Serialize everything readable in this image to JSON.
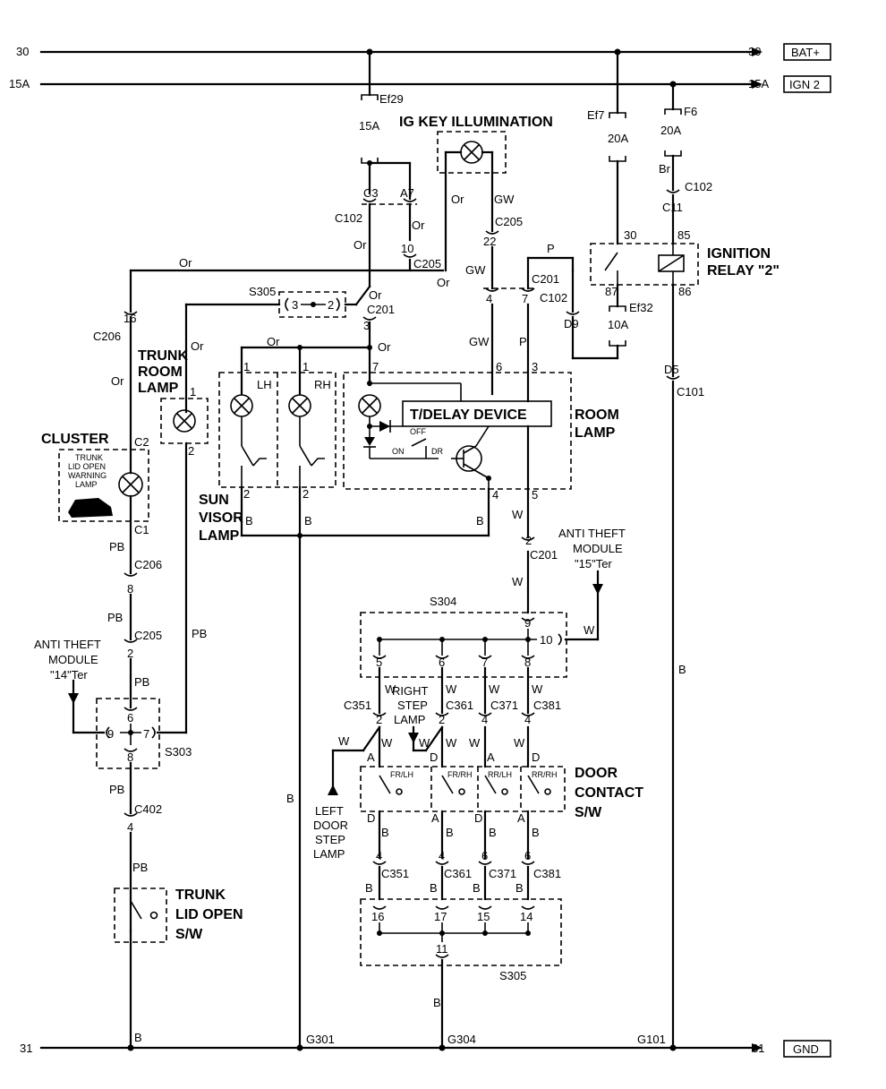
{
  "rails": {
    "bat_left": "30",
    "bat_right": "30",
    "bat_tag": "BAT+",
    "ign_left": "15A",
    "ign_right": "15A",
    "ign_tag": "IGN 2",
    "gnd_left": "31",
    "gnd_right": "31",
    "gnd_tag": "GND"
  },
  "fuses": {
    "ef29": "Ef29",
    "ef29_rating": "15A",
    "ef7": "Ef7",
    "ef7_rating": "20A",
    "f6": "F6",
    "f6_rating": "20A",
    "ef32": "Ef32",
    "ef32_rating": "10A"
  },
  "titles": {
    "ig_key": "IG KEY ILLUMINATION",
    "ignition_relay_1": "IGNITION",
    "ignition_relay_2": "RELAY \"2\"",
    "trunk_room_1": "TRUNK",
    "trunk_room_2": "ROOM",
    "trunk_room_3": "LAMP",
    "cluster": "CLUSTER",
    "trunk_warn_1": "TRUNK",
    "trunk_warn_2": "LID OPEN",
    "trunk_warn_3": "WARNING",
    "trunk_warn_4": "LAMP",
    "room_lamp_1": "ROOM",
    "room_lamp_2": "LAMP",
    "tdelay": "T/DELAY DEVICE",
    "sun_visor_1": "SUN",
    "sun_visor_2": "VISOR",
    "sun_visor_3": "LAMP",
    "anti_theft_15_1": "ANTI THEFT",
    "anti_theft_15_2": "MODULE",
    "anti_theft_15_3": "\"15\"Ter",
    "anti_theft_14_1": "ANTI THEFT",
    "anti_theft_14_2": "MODULE",
    "anti_theft_14_3": "\"14\"Ter",
    "right_step_1": "RIGHT",
    "right_step_2": "STEP",
    "right_step_3": "LAMP",
    "left_step_1": "LEFT",
    "left_step_2": "DOOR",
    "left_step_3": "STEP",
    "left_step_4": "LAMP",
    "door_contact_1": "DOOR",
    "door_contact_2": "CONTACT",
    "door_contact_3": "S/W",
    "trunk_sw_1": "TRUNK",
    "trunk_sw_2": "LID OPEN",
    "trunk_sw_3": "S/W",
    "lh": "LH",
    "rh": "RH",
    "on": "ON",
    "off": "OFF",
    "dr": "DR",
    "fr_lh": "FR/LH",
    "fr_rh": "FR/RH",
    "rr_lh": "RR/LH",
    "rr_rh": "RR/RH"
  },
  "connectors": {
    "c3": "C3",
    "c102a": "C102",
    "a7": "A7",
    "c10": "10",
    "c205a": "C205",
    "c22": "22",
    "c205b": "C205",
    "c102b": "C102",
    "c11": "C11",
    "s305a": "S305",
    "s305_3": "3",
    "s305_2": "2",
    "c201a": "C201",
    "c201_3": "3",
    "c201b": "C201",
    "c201_4": "4",
    "c201_7": "7",
    "c102c": "C102",
    "d9": "D9",
    "c16": "16",
    "c206a": "C206",
    "c2": "C2",
    "c1": "C1",
    "c206b": "C206",
    "c206_8": "8",
    "c205c": "C205",
    "c205_2": "2",
    "s303": "S303",
    "s303_6": "6",
    "s303_9": "9",
    "s303_7": "7",
    "s303_8": "8",
    "c402": "C402",
    "c402_4": "4",
    "d5": "D5",
    "c101": "C101",
    "c201c": "C201",
    "c201_2": "2",
    "s304": "S304",
    "s304_9": "9",
    "s304_10": "10",
    "s304_5": "5",
    "s304_6": "6",
    "s304_7": "7",
    "s304_8": "8",
    "c351a": "C351",
    "c361a": "C361",
    "c371a": "C371",
    "c381a": "C381",
    "c351b": "C351",
    "c361b": "C361",
    "c371b": "C371",
    "c381b": "C381",
    "s305b": "S305",
    "s305_16": "16",
    "s305_17": "17",
    "s305_15": "15",
    "s305_14": "14",
    "s305_11": "11",
    "g301": "G301",
    "g304": "G304",
    "g101": "G101",
    "p30": "30",
    "p85": "85",
    "p87": "87",
    "p86": "86",
    "pin1a": "1",
    "pin1b": "1",
    "pin1c": "1",
    "pin2a": "2",
    "pin2b": "2",
    "pin2c": "2",
    "pin7": "7",
    "pin6": "6",
    "pin3": "3",
    "pin4": "4",
    "pin5": "5",
    "n2a": "2",
    "n2b": "2",
    "n4a": "4",
    "n4b": "4",
    "n4c": "4",
    "n4d": "4",
    "n6c": "6",
    "n6d": "6"
  },
  "wires": {
    "or1": "Or",
    "or2": "Or",
    "or3": "Or",
    "or4": "Or",
    "or5": "Or",
    "or6": "Or",
    "or7": "Or",
    "or8": "Or",
    "or9": "Or",
    "or10": "Or",
    "gw1": "GW",
    "gw2": "GW",
    "gw3": "GW",
    "p1": "P",
    "p2": "P",
    "br": "Br",
    "pb1": "PB",
    "pb2": "PB",
    "pb3": "PB",
    "pb4": "PB",
    "pb5": "PB",
    "pb6": "PB",
    "b1": "B",
    "b2": "B",
    "b3": "B",
    "b4": "B",
    "b5": "B",
    "b6": "B",
    "b7": "B",
    "b8": "B",
    "b9": "B",
    "b10": "B",
    "b11": "B",
    "b12": "B",
    "b13": "B",
    "b14": "B",
    "w1": "W",
    "w2": "W",
    "w3": "W",
    "w4": "W",
    "w5": "W",
    "w6": "W",
    "w7": "W",
    "w8": "W",
    "w9": "W",
    "w10": "W",
    "w11": "W",
    "w12": "W",
    "w13": "W",
    "w14": "W",
    "a1": "A",
    "a2": "A",
    "a3": "A",
    "a4": "A",
    "d1": "D",
    "d2": "D",
    "d3": "D",
    "d4": "D"
  }
}
